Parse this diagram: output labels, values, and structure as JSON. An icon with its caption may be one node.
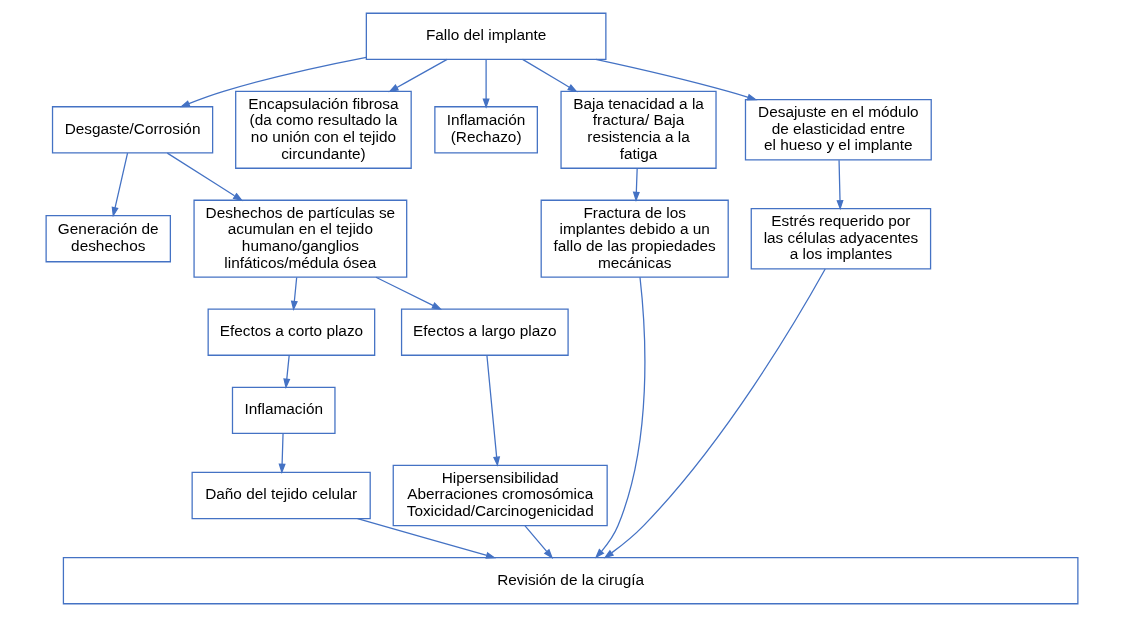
{
  "diagram": {
    "nodes": [
      {
        "text": [
          "Fallo del implante"
        ]
      },
      {
        "text": [
          "Desgaste/Corrosión"
        ]
      },
      {
        "text": [
          "Encapsulación fibrosa (da como resultado la no unión con el tejido circundante)"
        ]
      },
      {
        "text": [
          "Inflamación (Rechazo)"
        ]
      },
      {
        "text": [
          "Baja tenacidad a la fractura/ Baja resistencia a la fatiga"
        ]
      },
      {
        "text": [
          "Desajuste en el módulo de elasticidad entre el hueso y el implante"
        ]
      },
      {
        "text": [
          "Generación de deshechos"
        ]
      },
      {
        "text": [
          "Deshechos de partículas se acumulan en el tejido humano/ganglios linfáticos/médula ósea"
        ]
      },
      {
        "text": [
          "Fractura de los implantes debido a un fallo de las propiedades mecánicas"
        ]
      },
      {
        "text": [
          "Estrés requerido por las células adyacentes a los implantes"
        ]
      },
      {
        "text": [
          "Efectos a corto plazo"
        ]
      },
      {
        "text": [
          "Efectos a largo plazo"
        ]
      },
      {
        "text": [
          "Inflamación"
        ]
      },
      {
        "text": [
          "Hipersensibilidad",
          "Aberraciones cromosómica",
          "Toxicidad/Carcinogenicidad"
        ]
      },
      {
        "text": [
          "Daño del tejido celular"
        ]
      },
      {
        "text": [
          "Revisión de la cirugía"
        ]
      }
    ],
    "edges": [
      {
        "from": 0,
        "to": 1,
        "arrow": "to"
      },
      {
        "from": 0,
        "to": 2,
        "arrow": "to"
      },
      {
        "from": 0,
        "to": 3,
        "arrow": "to"
      },
      {
        "from": 0,
        "to": 4,
        "arrow": "to"
      },
      {
        "from": 0,
        "to": 5,
        "arrow": "to"
      },
      {
        "from": 1,
        "to": 6,
        "arrow": "to"
      },
      {
        "from": 1,
        "to": 7,
        "arrow": "to"
      },
      {
        "from": 4,
        "to": 8,
        "arrow": "to"
      },
      {
        "from": 5,
        "to": 9,
        "arrow": "to"
      },
      {
        "from": 7,
        "to": 10,
        "arrow": "to"
      },
      {
        "from": 7,
        "to": 11,
        "arrow": "to"
      },
      {
        "from": 10,
        "to": 12,
        "arrow": "to"
      },
      {
        "from": 11,
        "to": 13,
        "arrow": "to"
      },
      {
        "from": 12,
        "to": 14,
        "arrow": "to"
      },
      {
        "from": 14,
        "to": 15,
        "arrow": "to"
      },
      {
        "from": 13,
        "to": 15,
        "arrow": "to"
      },
      {
        "from": 8,
        "to": 15,
        "arrow": "to"
      },
      {
        "from": 9,
        "to": 15,
        "arrow": "to"
      }
    ]
  }
}
